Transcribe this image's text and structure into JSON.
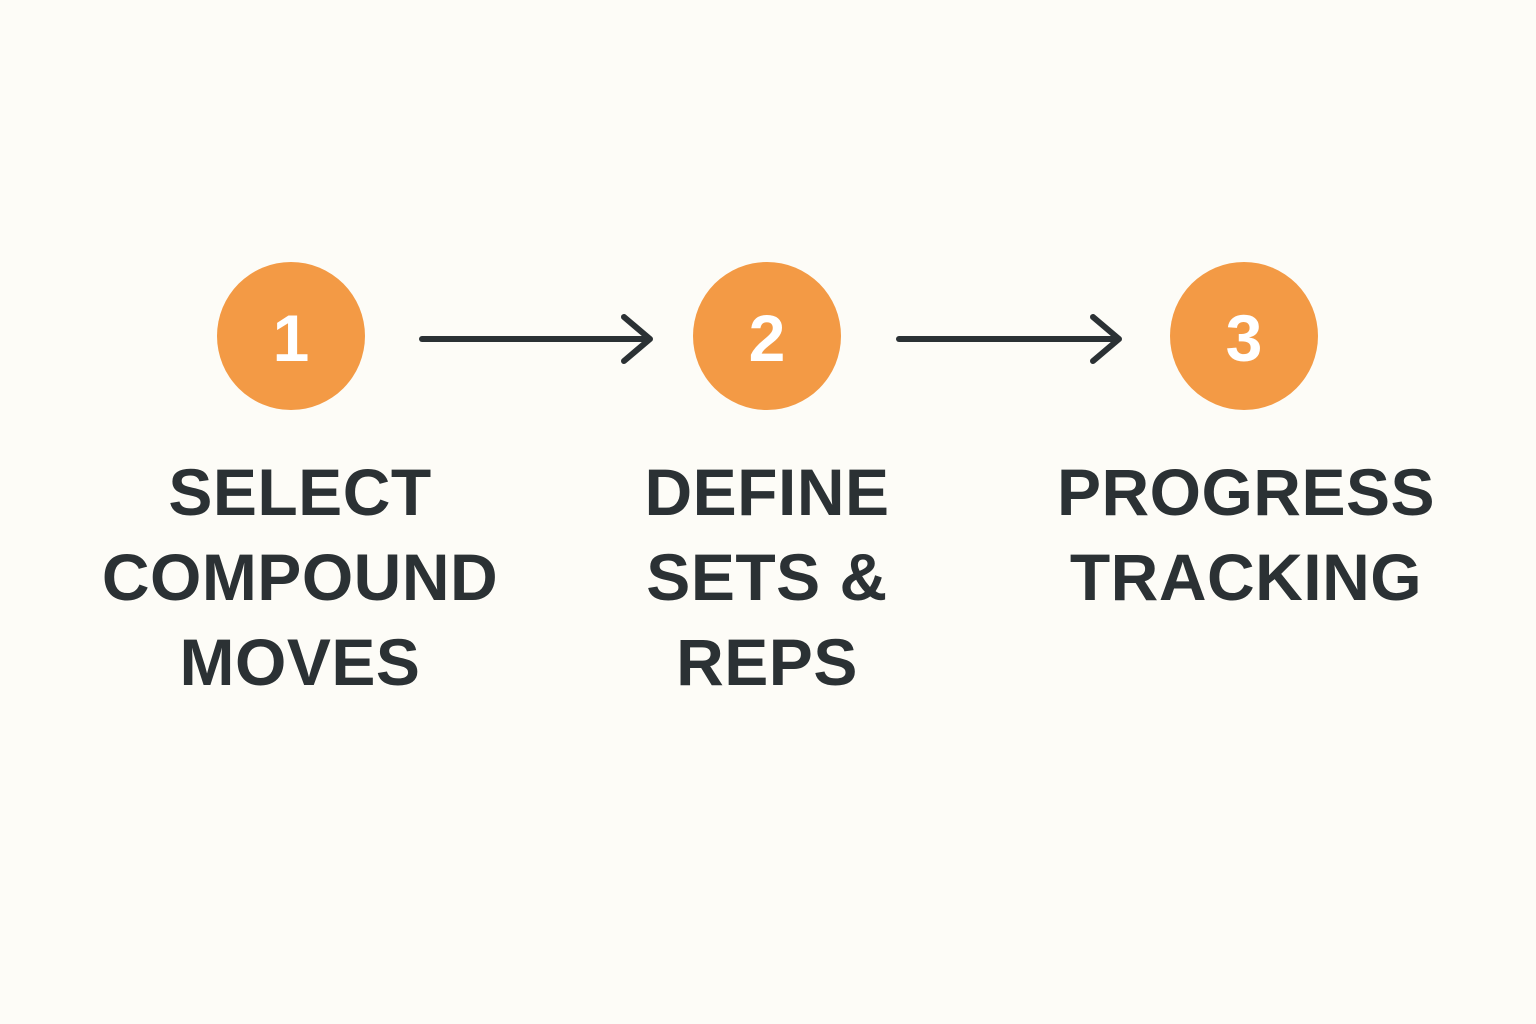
{
  "colors": {
    "background": "#fdfcf7",
    "circle_fill": "#f39a45",
    "circle_text": "#ffffff",
    "label_text": "#2b3134",
    "arrow": "#2b3134"
  },
  "steps": [
    {
      "number": "1",
      "lines": [
        "SELECT",
        "COMPOUND",
        "MOVES"
      ]
    },
    {
      "number": "2",
      "lines": [
        "DEFINE",
        "SETS &",
        "REPS"
      ]
    },
    {
      "number": "3",
      "lines": [
        "PROGRESS",
        "TRACKING"
      ]
    }
  ],
  "connectors": [
    {
      "icon": "arrow-right-icon",
      "from": "1",
      "to": "2"
    },
    {
      "icon": "arrow-right-icon",
      "from": "2",
      "to": "3"
    }
  ]
}
